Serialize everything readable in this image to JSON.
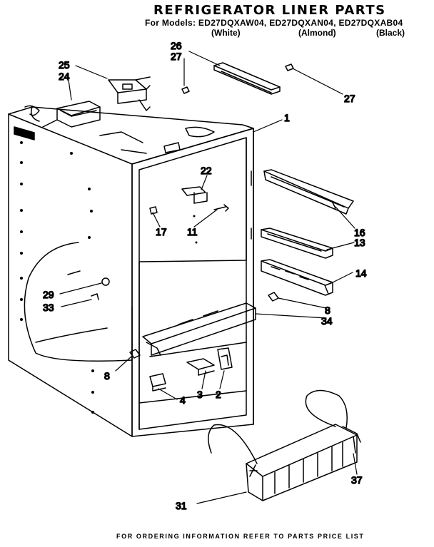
{
  "title": "REFRIGERATOR LINER PARTS",
  "models_line": "For Models: ED27DQXAW04, ED27DQXAN04, ED27DQXAB04",
  "variants": [
    "(White)",
    "(Almond)",
    "(Black)"
  ],
  "callouts": {
    "c26": "26",
    "c27a": "27",
    "c27b": "27",
    "c25": "25",
    "c24": "24",
    "c1": "1",
    "c22": "22",
    "c17": "17",
    "c11": "11",
    "c16": "16",
    "c13": "13",
    "c14": "14",
    "c29": "29",
    "c33": "33",
    "c8a": "8",
    "c8b": "8",
    "c34": "34",
    "c3": "3",
    "c2": "2",
    "c4": "4",
    "c37": "37",
    "c31": "31"
  },
  "footer": "FOR ORDERING INFORMATION REFER TO PARTS PRICE LIST"
}
